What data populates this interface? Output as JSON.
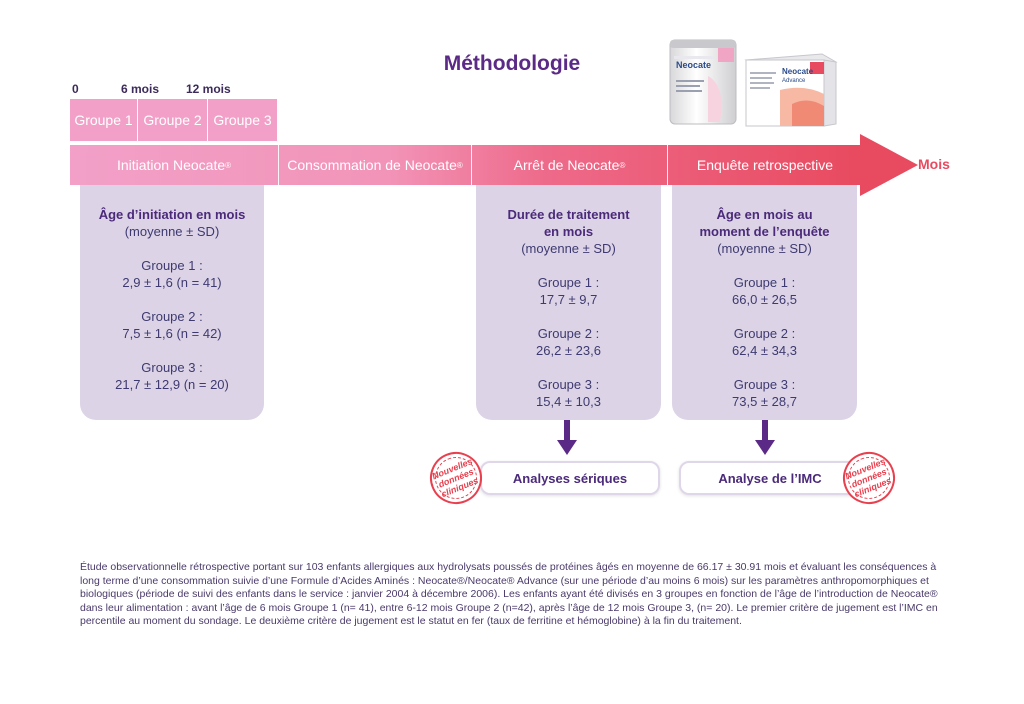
{
  "title": "Méthodologie",
  "timeline": {
    "ticks": [
      "0",
      "6 mois",
      "12 mois"
    ],
    "groups": [
      "Groupe 1",
      "Groupe 2",
      "Groupe 3"
    ],
    "phases": [
      "Initiation Neocate",
      "Consommation de Neocate",
      "Arrêt de Neocate",
      "Enquête retrospective"
    ],
    "registered_mark": "®",
    "axis_label": "Mois"
  },
  "panels": {
    "initiation": {
      "heading": "Âge d’initiation en mois",
      "sub": "(moyenne ± SD)",
      "groups": [
        {
          "label": "Groupe 1 :",
          "value": "2,9 ± 1,6 (n = 41)"
        },
        {
          "label": "Groupe 2 :",
          "value": "7,5 ± 1,6 (n = 42)"
        },
        {
          "label": "Groupe 3 :",
          "value": "21,7 ± 12,9 (n = 20)"
        }
      ]
    },
    "duration": {
      "heading_line1": "Durée de traitement",
      "heading_line2": "en mois",
      "sub": "(moyenne ± SD)",
      "groups": [
        {
          "label": "Groupe 1 :",
          "value": "17,7 ± 9,7"
        },
        {
          "label": "Groupe 2 :",
          "value": "26,2 ± 23,6"
        },
        {
          "label": "Groupe 3 :",
          "value": "15,4 ± 10,3"
        }
      ]
    },
    "survey": {
      "heading_line1": "Âge en mois au",
      "heading_line2": "moment de l’enquête",
      "sub": "(moyenne ± SD)",
      "groups": [
        {
          "label": "Groupe 1 :",
          "value": "66,0 ± 26,5"
        },
        {
          "label": "Groupe 2 :",
          "value": "62,4 ± 34,3"
        },
        {
          "label": "Groupe 3 :",
          "value": "73,5 ± 28,7"
        }
      ]
    }
  },
  "outcomes": {
    "serum": "Analyses sériques",
    "bmi": "Analyse de l’IMC",
    "stamp_lines": [
      "Nouvelles",
      "données",
      "cliniques"
    ]
  },
  "products": {
    "can_label": "Neocate",
    "box_label": "Neocate",
    "box_sublabel": "Advance"
  },
  "colors": {
    "title": "#5b2a86",
    "group_pink": "#f2a0c8",
    "band_end": "#e84a5f",
    "panel": "#dcd4e6",
    "arrow": "#5b2a86",
    "stamp": "#e8404e"
  },
  "footnote": "Étude observationnelle rétrospective portant sur 103 enfants allergiques aux hydrolysats poussés de protéines âgés en moyenne de 66.17 ± 30.91 mois et évaluant les conséquences à long terme d’une consommation suivie d’une Formule d’Acides Aminés : Neocate®/Neocate® Advance (sur une période d’au moins 6 mois) sur les paramètres anthropomorphiques et biologiques (période de suivi des enfants dans le service : janvier 2004 à décembre 2006). Les enfants ayant été divisés en 3 groupes en fonction de l’âge de l’introduction de Neocate® dans leur alimentation : avant l’âge de 6 mois Groupe 1 (n= 41), entre 6-12 mois Groupe 2 (n=42), après l’âge de 12 mois Groupe 3, (n= 20). Le premier critère de jugement est l’IMC en percentile au moment du sondage. Le deuxième critère de jugement est le statut en fer (taux de ferritine et hémoglobine) à la fin du traitement."
}
